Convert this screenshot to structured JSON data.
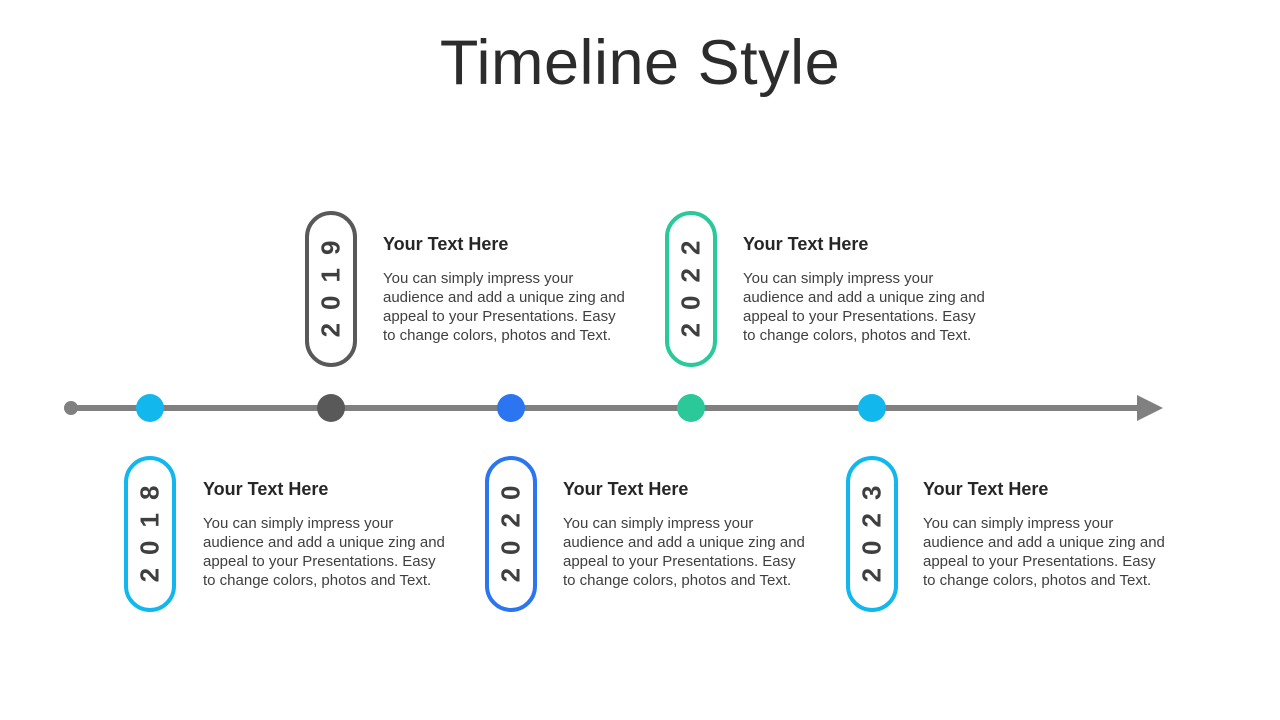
{
  "title": "Timeline Style",
  "colors": {
    "axis": "#808080",
    "cyan": "#12B7ED",
    "gray": "#595959",
    "blue": "#2B76F0",
    "green": "#2BC89A"
  },
  "milestones": [
    {
      "year": "2018",
      "side": "below",
      "accent": "#12B7ED",
      "heading": "Your Text Here",
      "body_lines": [
        "You can simply impress your",
        "audience and add a unique zing and",
        "appeal to your Presentations. Easy",
        "to change colors, photos and Text."
      ]
    },
    {
      "year": "2019",
      "side": "above",
      "accent": "#595959",
      "heading": "Your Text Here",
      "body_lines": [
        "You can simply impress your",
        "audience and add a unique zing and",
        "appeal to your Presentations. Easy",
        "to change colors, photos and Text."
      ]
    },
    {
      "year": "2020",
      "side": "below",
      "accent": "#2B76F0",
      "heading": "Your Text Here",
      "body_lines": [
        "You can simply impress your",
        "audience and add a unique zing and",
        "appeal to your Presentations. Easy",
        "to change colors, photos and Text."
      ]
    },
    {
      "year": "2022",
      "side": "above",
      "accent": "#2BC89A",
      "heading": "Your Text Here",
      "body_lines": [
        "You can simply impress your",
        "audience and add a unique zing and",
        "appeal to your Presentations. Easy",
        "to change colors, photos and Text."
      ]
    },
    {
      "year": "2023",
      "side": "below",
      "accent": "#12B7ED",
      "heading": "Your Text Here",
      "body_lines": [
        "You can simply impress your",
        "audience and add a unique zing and",
        "appeal to your Presentations. Easy",
        "to change colors, photos and Text."
      ]
    }
  ]
}
